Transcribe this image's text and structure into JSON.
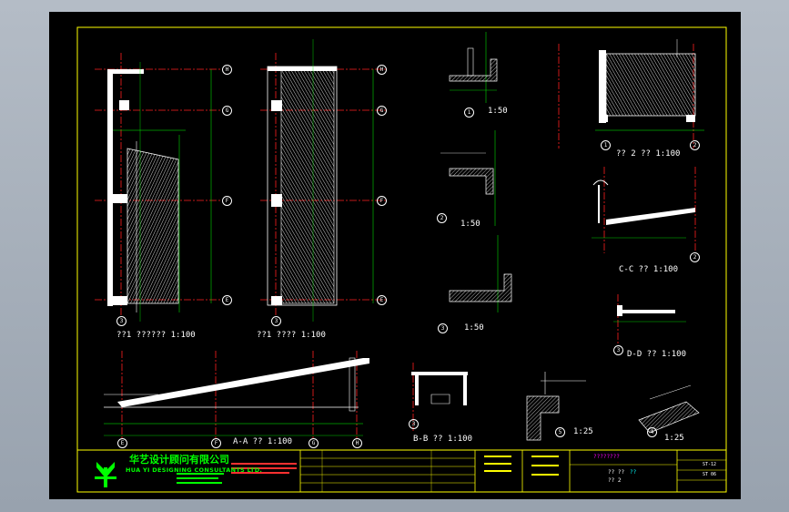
{
  "company": {
    "name_cn": "华艺设计顾问有限公司",
    "name_en": "HUA YI DESIGNING CONSULTANTS LTD."
  },
  "titles": {
    "plan1": "??1 ??????  1:100",
    "plan2": "??1 ????  1:100",
    "plan3": "?? 2 ??  1:100",
    "sectionAA": "A-A ??  1:100",
    "sectionBB": "B-B ??  1:100",
    "sectionCC": "C-C ??  1:100",
    "sectionDD": "D-D ??  1:100"
  },
  "details": {
    "d1_scale": "1:50",
    "d2_scale": "1:50",
    "d3_scale": "1:50",
    "d4_scale": "1:25",
    "d5_scale": "1:25",
    "d1_num": "1",
    "d2_num": "2",
    "d3_num": "3",
    "d4_num": "4",
    "d5_num": "5"
  },
  "grid": {
    "H": "H",
    "G": "G",
    "F": "F",
    "E": "E",
    "axis3": "3",
    "axis1": "1",
    "axis2": "2"
  },
  "titleblock": {
    "drawing_title_magenta": "????????",
    "sheet_no": "ST-12",
    "sheet_sub": "ST 06",
    "drawing_title_line1": "??  ??",
    "drawing_title_line2": "?? 2",
    "cyan_mark": "??"
  },
  "colors": {
    "background": "#000000",
    "frame": "#ffff00",
    "axis": "#ff0000",
    "dimension": "#00ff00",
    "hatch": "#ffffff"
  }
}
